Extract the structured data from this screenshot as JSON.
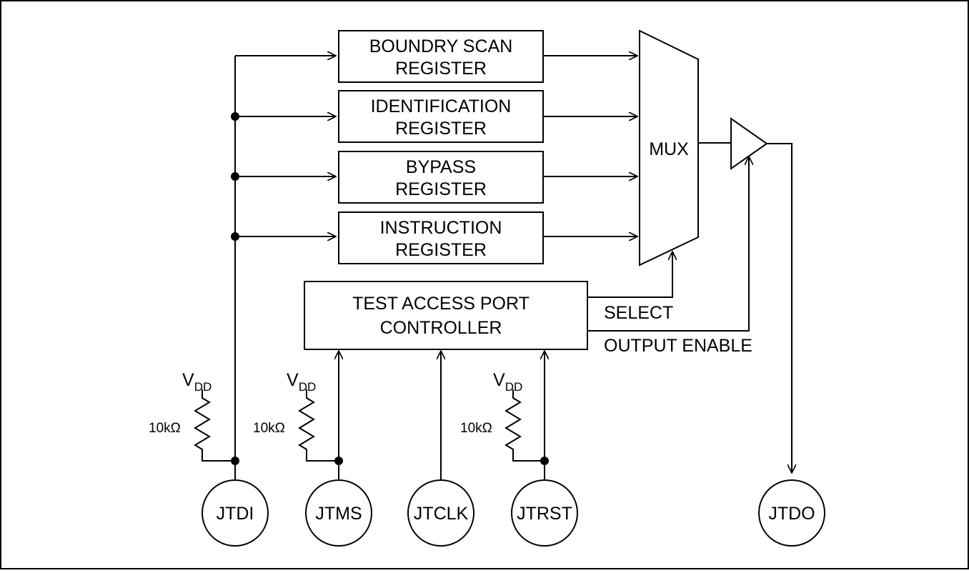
{
  "registers": [
    {
      "line1": "BOUNDRY SCAN",
      "line2": "REGISTER"
    },
    {
      "line1": "IDENTIFICATION",
      "line2": "REGISTER"
    },
    {
      "line1": "BYPASS",
      "line2": "REGISTER"
    },
    {
      "line1": "INSTRUCTION",
      "line2": "REGISTER"
    }
  ],
  "mux": {
    "label": "MUX"
  },
  "tap": {
    "line1": "TEST ACCESS PORT",
    "line2": "CONTROLLER"
  },
  "signals": {
    "select": "SELECT",
    "output_enable": "OUTPUT ENABLE"
  },
  "pullups": [
    {
      "v": "V",
      "sub": "DD",
      "value": "10kΩ"
    },
    {
      "v": "V",
      "sub": "DD",
      "value": "10kΩ"
    },
    {
      "v": "V",
      "sub": "DD",
      "value": "10kΩ"
    }
  ],
  "pins": {
    "jtdi": "JTDI",
    "jtms": "JTMS",
    "jtclk": "JTCLK",
    "jtrst": "JTRST",
    "jtdo": "JTDO"
  }
}
